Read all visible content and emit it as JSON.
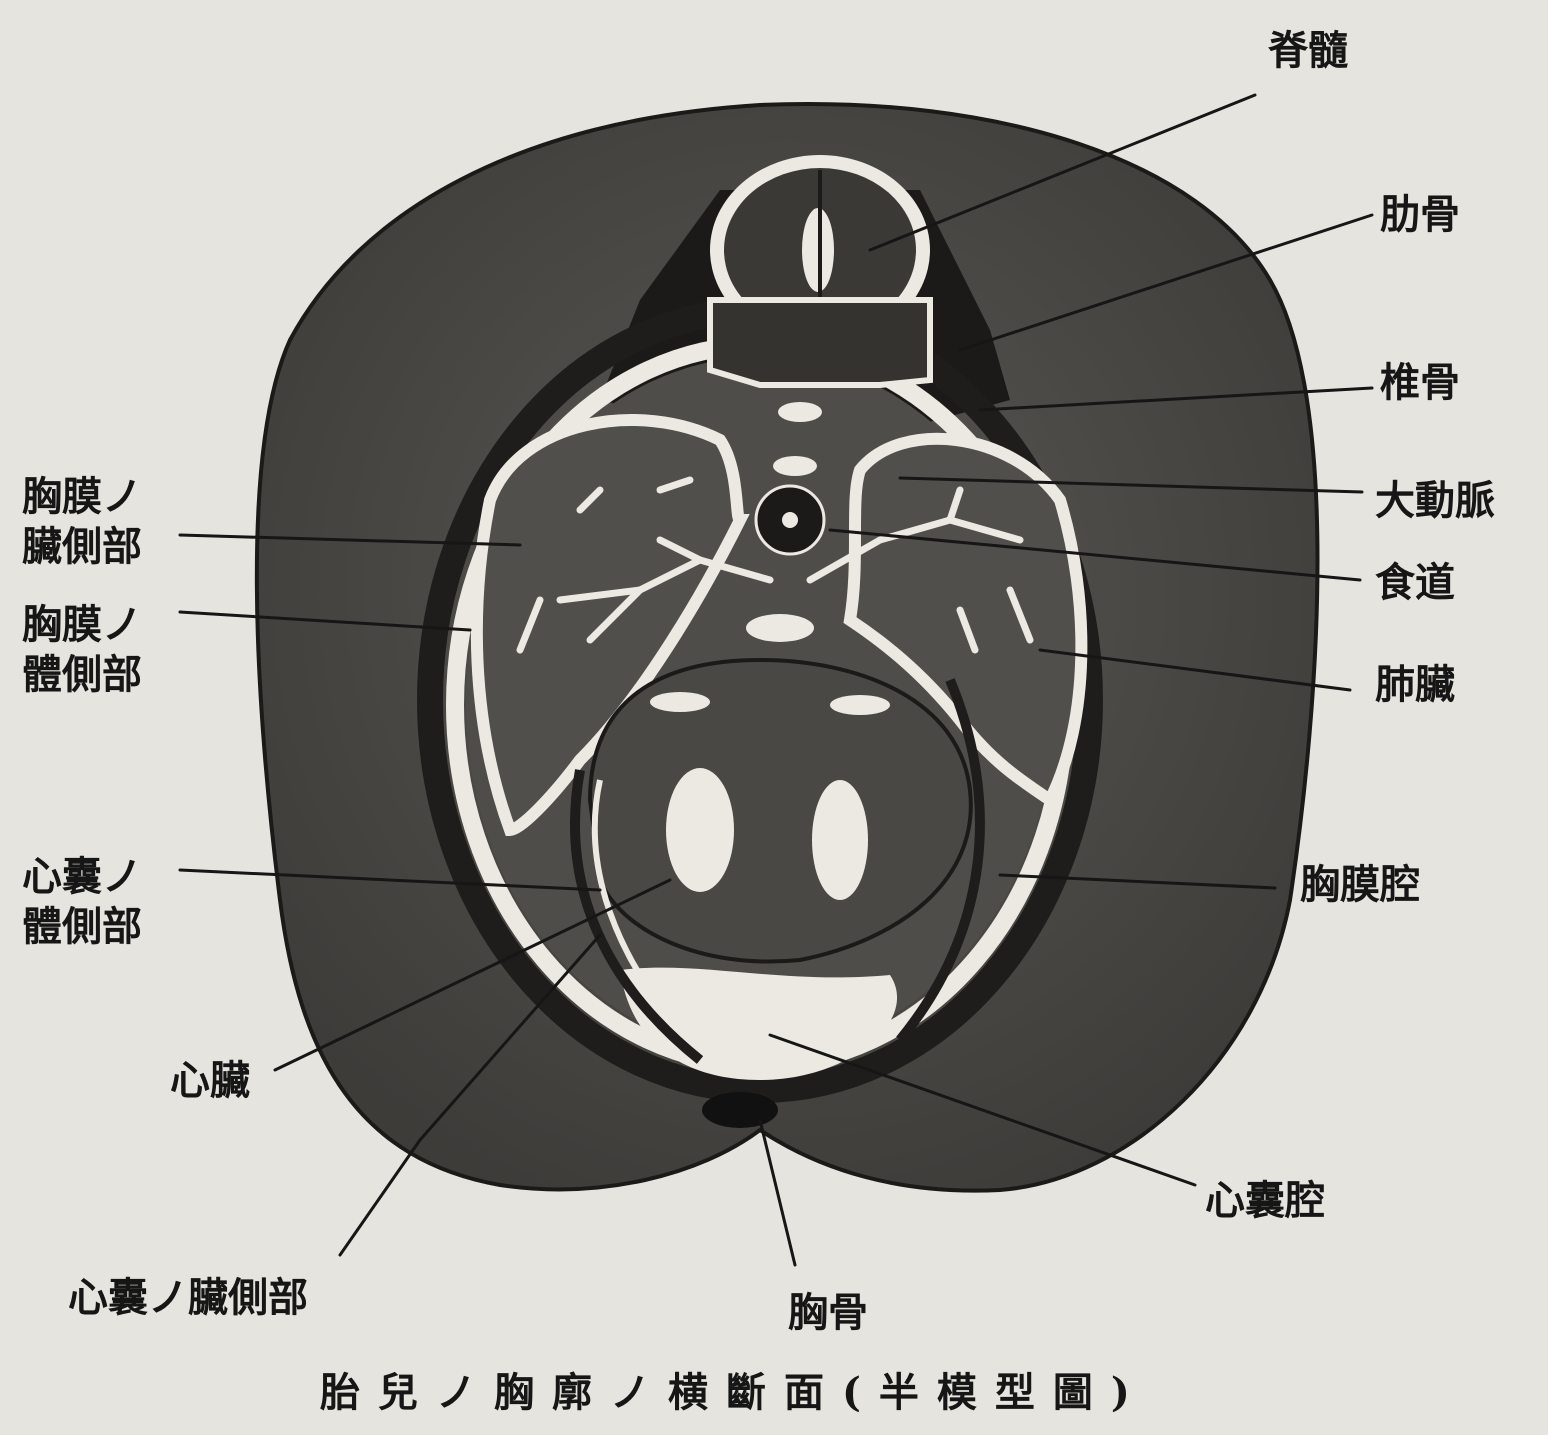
{
  "labels": {
    "spinal_cord": "脊髓",
    "rib": "肋骨",
    "vertebra": "椎骨",
    "aorta": "大動脈",
    "esophagus": "食道",
    "lung": "肺臟",
    "pleural_cavity": "胸膜腔",
    "pericardial_cavity": "心囊腔",
    "sternum": "胸骨",
    "heart": "心臟",
    "visceral_pleura": [
      "胸膜ノ",
      "臟側部"
    ],
    "parietal_pleura": [
      "胸膜ノ",
      "體側部"
    ],
    "parietal_pericardium": [
      "心囊ノ",
      "體側部"
    ],
    "visceral_pericardium": "心囊ノ臟側部"
  },
  "caption": "胎兒ノ胸廓ノ横斷面(半模型圖)",
  "colors": {
    "paper": "#e6e4de",
    "tissue": "#4e4c48",
    "dark": "#1b1a18",
    "cavity": "#ece9e2",
    "ink": "#161616"
  }
}
